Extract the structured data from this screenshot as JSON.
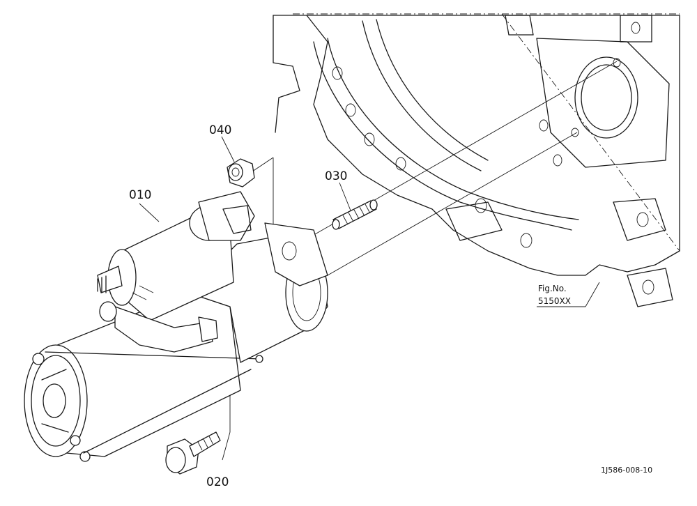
{
  "parts": [
    {
      "id": "part-010",
      "number": "010"
    },
    {
      "id": "part-020",
      "number": "020"
    },
    {
      "id": "part-030",
      "number": "030"
    },
    {
      "id": "part-040",
      "number": "040"
    }
  ],
  "figure_reference": {
    "line1": "Fig.No.",
    "line2": "5150XX"
  },
  "drawing_id": "1J586-008-10"
}
